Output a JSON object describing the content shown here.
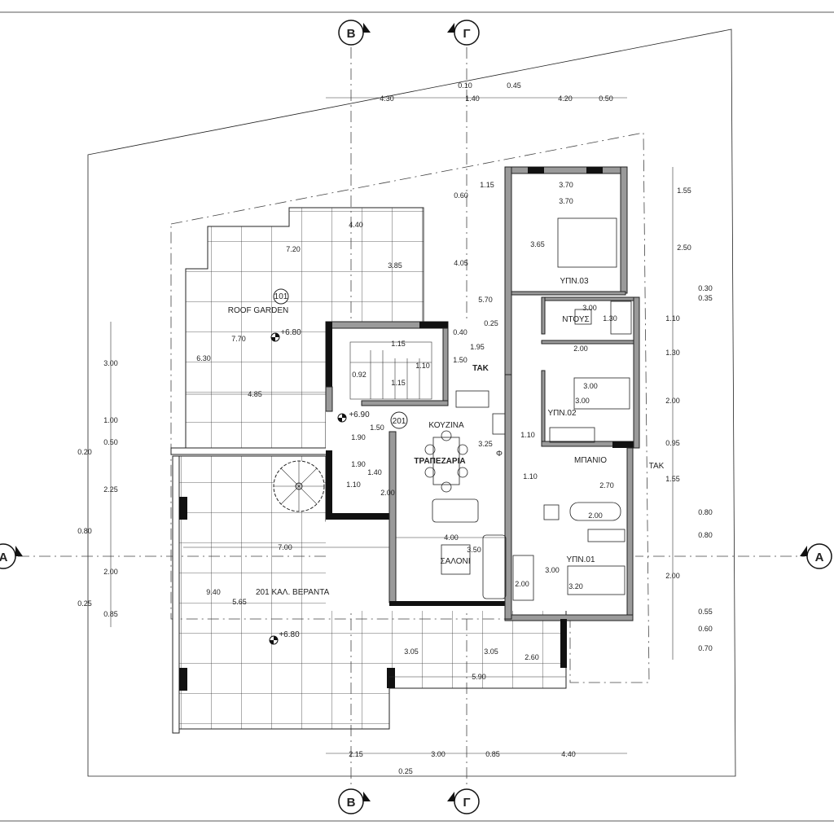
{
  "grid_markers": {
    "top_b": "Β",
    "top_g": "Γ",
    "bottom_b": "Β",
    "bottom_g": "Γ",
    "left_a": "A",
    "right_a": "A"
  },
  "rooms": {
    "roof_garden": "ROOF GARDEN",
    "roof_garden_no": "101",
    "unit_no": "201",
    "kitchen": "ΚΟΥΖΙΝΑ",
    "dining": "ΤΡΑΠΕΖΑΡΙΑ",
    "living": "ΣΑΛΟΝΙ",
    "veranda": "201 ΚΑΛ. ΒΕΡΑΝΤΑ",
    "bedroom3": "ΥΠΝ.03",
    "shower": "ΝΤΟΥΣ",
    "bedroom2": "ΥΠΝ.02",
    "bathroom": "ΜΠΑΝΙΟ",
    "bedroom1": "ΥΠΝ.01",
    "tak1": "ΤΑΚ",
    "tak2": "ΤΑΚ",
    "fridge": "Φ"
  },
  "levels": {
    "roof_garden": "+6.80",
    "entrance": "+6.90",
    "veranda": "+6.80"
  },
  "dimensions": [
    "4.30",
    "0.10",
    "1.40",
    "0.45",
    "4.20",
    "0.50",
    "3.70",
    "3.70",
    "3.65",
    "1.15",
    "0.60",
    "4.05",
    "5.70",
    "0.25",
    "0.40",
    "1.95",
    "1.50",
    "1.15",
    "1.10",
    "0.92",
    "1.15",
    "4.40",
    "7.20",
    "3.85",
    "7.70",
    "6.30",
    "4.85",
    "1.50",
    "1.90",
    "1.90",
    "1.40",
    "1.10",
    "2.00",
    "3.25",
    "3.00",
    "1.30",
    "2.00",
    "3.00",
    "3.00",
    "1.10",
    "1.10",
    "2.70",
    "2.00",
    "4.00",
    "3.50",
    "3.00",
    "3.20",
    "2.00",
    "3.05",
    "3.05",
    "2.60",
    "5.90",
    "7.00",
    "9.40",
    "5.65",
    "2.15",
    "3.00",
    "0.85",
    "4.40",
    "0.25",
    "3.00",
    "1.00",
    "0.50",
    "0.20",
    "2.25",
    "0.80",
    "2.00",
    "0.25",
    "0.85",
    "1.55",
    "2.50",
    "0.30",
    "0.35",
    "1.10",
    "1.30",
    "2.00",
    "0.95",
    "1.55",
    "0.80",
    "0.80",
    "2.00",
    "0.55",
    "0.60",
    "0.70"
  ]
}
